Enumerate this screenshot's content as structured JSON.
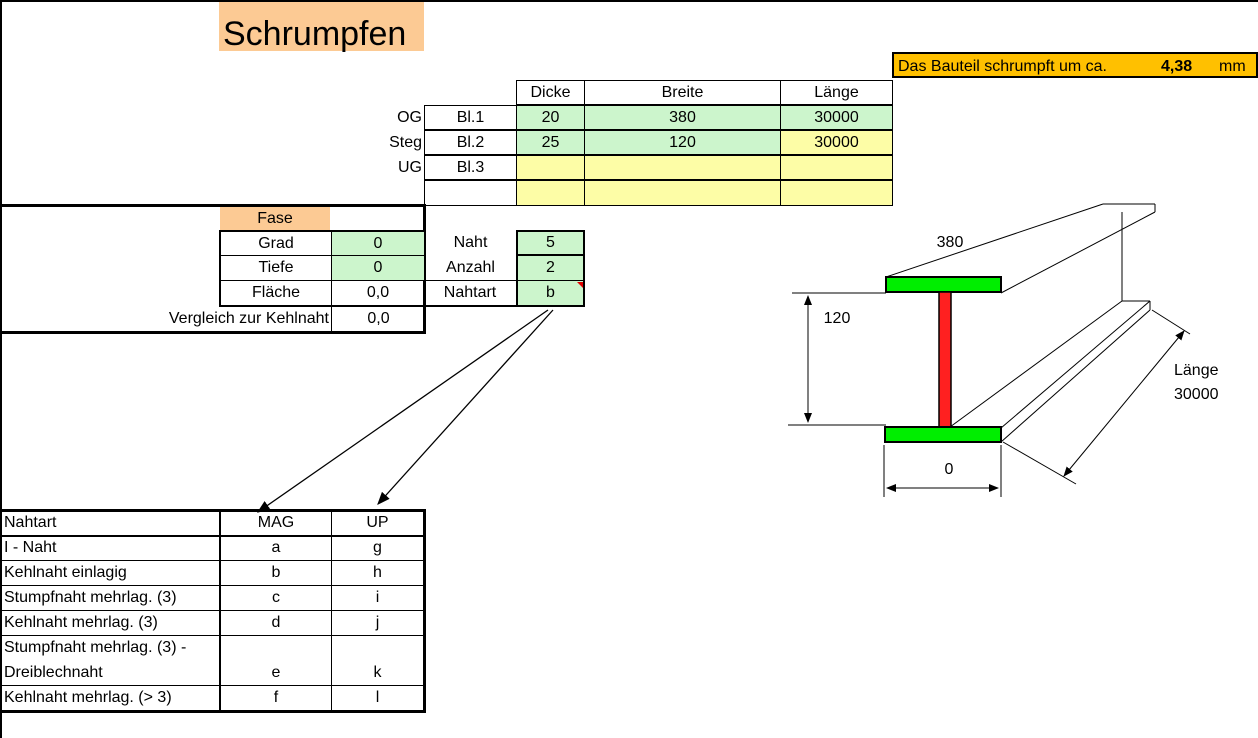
{
  "title": "Schrumpfen",
  "result": {
    "label": "Das Bauteil schrumpft um ca.",
    "value": "4,38",
    "unit": "mm",
    "color": "#ffc000"
  },
  "plates": {
    "headers": [
      "Dicke",
      "Breite",
      "Länge"
    ],
    "rows": [
      {
        "name": "OG",
        "id": "Bl.1",
        "dicke": "20",
        "breite": "380",
        "laenge": "30000"
      },
      {
        "name": "Steg",
        "id": "Bl.2",
        "dicke": "25",
        "breite": "120",
        "laenge": "30000"
      },
      {
        "name": "UG",
        "id": "Bl.3",
        "dicke": "",
        "breite": "",
        "laenge": ""
      }
    ]
  },
  "fase": {
    "header": "Fase",
    "rows": [
      {
        "label": "Grad",
        "value": "0"
      },
      {
        "label": "Tiefe",
        "value": "0"
      },
      {
        "label": "Fläche",
        "value": "0,0"
      }
    ],
    "vergleich_label": "Vergleich zur Kehlnaht",
    "vergleich_value": "0,0"
  },
  "naht": {
    "rows": [
      {
        "label": "Naht",
        "value": "5"
      },
      {
        "label": "Anzahl",
        "value": "2"
      },
      {
        "label": "Nahtart",
        "value": "b"
      }
    ]
  },
  "nahtart_table": {
    "headers": [
      "Nahtart",
      "MAG",
      "UP"
    ],
    "rows": [
      {
        "name": "I - Naht",
        "mag": "a",
        "up": "g"
      },
      {
        "name": "Kehlnaht einlagig",
        "mag": "b",
        "up": "h"
      },
      {
        "name": "Stumpfnaht mehrlag. (3)",
        "mag": "c",
        "up": "i"
      },
      {
        "name": "Kehlnaht  mehrlag. (3)",
        "mag": "d",
        "up": "j"
      },
      {
        "name1": "Stumpfnaht mehrlag. (3) -",
        "name2": "Dreiblechnaht",
        "mag": "e",
        "up": "k"
      },
      {
        "name": "Kehlnaht  mehrlag. (> 3)",
        "mag": "f",
        "up": "l"
      }
    ]
  },
  "diagram": {
    "width_top": "380",
    "height": "120",
    "width_bottom": "0",
    "length_label": "Länge",
    "length_value": "30000",
    "flange_color": "#00ee00",
    "web_color": "#ff2020"
  }
}
